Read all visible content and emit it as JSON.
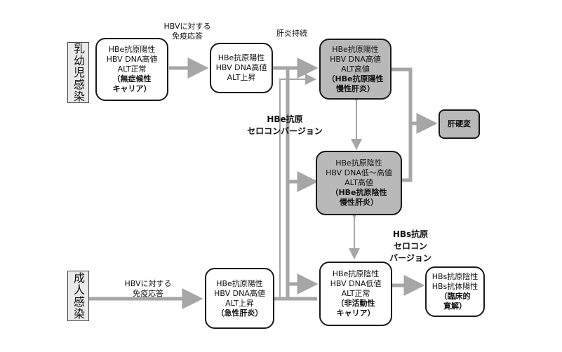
{
  "routes": {
    "infant": "乳幼児感染",
    "adult": "成人感染"
  },
  "labels": {
    "immune_top_1": "HBVに対する",
    "immune_top_2": "免疫応答",
    "immune_bottom_1": "HBVに対する",
    "immune_bottom_2": "免疫応答",
    "persistent": "肝炎持続",
    "hbe_sero_1": "HBe抗原",
    "hbe_sero_2": "セロコンバージョン",
    "hbs_sero_1": "HBs抗原",
    "hbs_sero_2": "セロコン",
    "hbs_sero_3": "バージョン"
  },
  "boxes": {
    "asymptomatic": [
      "HBe抗原陽性",
      "HBV DNA高値",
      "ALT正常",
      "（無症候性",
      "キャリア）"
    ],
    "immune_phase": [
      "HBe抗原陽性",
      "HBV DNA高値",
      "ALT上昇"
    ],
    "hbe_pos_hepatitis": [
      "HBe抗原陽性",
      "HBV DNA高値",
      "ALT高値",
      "（HBe抗原陽性",
      "慢性肝炎）"
    ],
    "cirrhosis": [
      "肝硬変"
    ],
    "hbe_neg_hepatitis": [
      "HBe抗原陰性",
      "HBV DNA低～高値",
      "ALT高値",
      "（HBe抗原陰性",
      "慢性肝炎）"
    ],
    "acute_hepatitis": [
      "HBe抗原陽性",
      "HBV DNA高値",
      "ALT上昇",
      "（急性肝炎）"
    ],
    "inactive_carrier": [
      "HBe抗原陰性",
      "HBV DNA低値",
      "ALT正常",
      "（非活動性",
      "キャリア）"
    ],
    "clinical_cure": [
      "HBs抗原陰性",
      "HBs抗体陽性",
      "（臨床的",
      "寛解）"
    ]
  },
  "colors": {
    "arrow": "#a6a6a6",
    "grey_box": "#b9b9b9",
    "border": "#1a1a1a"
  }
}
